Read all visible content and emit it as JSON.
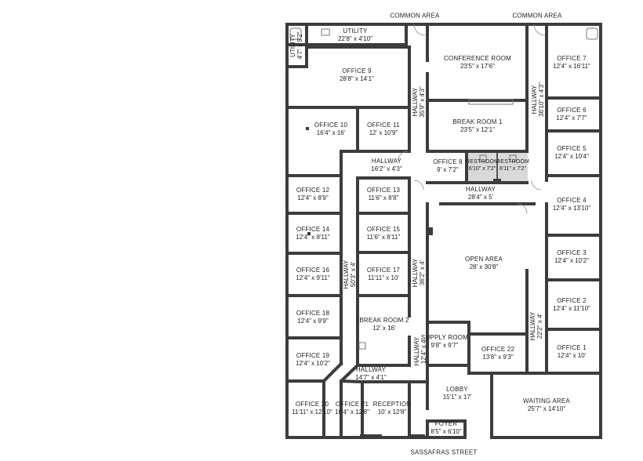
{
  "labels": {
    "common_area_left": "COMMON AREA",
    "common_area_right": "COMMON AREA",
    "street": "SASSAFRAS STREET"
  },
  "rooms": [
    {
      "name": "UTILITY",
      "dims": "22'8\" x 4'10\""
    },
    {
      "name": "UTILITY",
      "dims": "4'7\" x 9'2\""
    },
    {
      "name": "OFFICE 9",
      "dims": "28'8\" x 14'1\""
    },
    {
      "name": "CONFERENCE ROOM",
      "dims": "23'5\" x 17'6\""
    },
    {
      "name": "OFFICE 7",
      "dims": "12'4\" x 16'11\""
    },
    {
      "name": "HALLWAY",
      "dims": "35'9\" x 4'3\""
    },
    {
      "name": "HALLWAY",
      "dims": "36'10\" x 4'3\""
    },
    {
      "name": "OFFICE 6",
      "dims": "12'4\" x 7'7\""
    },
    {
      "name": "OFFICE 10",
      "dims": "16'4\" x 16'"
    },
    {
      "name": "OFFICE 11",
      "dims": "12' x 10'9\""
    },
    {
      "name": "BREAK ROOM 1",
      "dims": "23'5\" x 12'1\""
    },
    {
      "name": "OFFICE 5",
      "dims": "12'4\" x 10'4\""
    },
    {
      "name": "HALLWAY",
      "dims": "16'2\" x 4'3\""
    },
    {
      "name": "OFFICE 8",
      "dims": "9' x 7'2\""
    },
    {
      "name": "RESTROOM",
      "dims": "6'10\" x 7'2\""
    },
    {
      "name": "RESTROOM",
      "dims": "6'11\" x 7'2\""
    },
    {
      "name": "OFFICE 12",
      "dims": "12'4\" x 8'9\""
    },
    {
      "name": "OFFICE 13",
      "dims": "11'6\" x 8'8\""
    },
    {
      "name": "HALLWAY",
      "dims": "28'4\" x 5'"
    },
    {
      "name": "OFFICE 4",
      "dims": "12'4\" x 13'10\""
    },
    {
      "name": "OFFICE 14",
      "dims": "12'4\" x 8'11\""
    },
    {
      "name": "OFFICE 15",
      "dims": "11'6\" x 8'11\""
    },
    {
      "name": "OFFICE 16",
      "dims": "12'4\" x 9'11\""
    },
    {
      "name": "HALLWAY",
      "dims": "50'3\" x 4'"
    },
    {
      "name": "OFFICE 17",
      "dims": "11'11\" x 10'"
    },
    {
      "name": "HALLWAY",
      "dims": "36'2\" x 4'"
    },
    {
      "name": "OPEN AREA",
      "dims": "28' x 30'8\""
    },
    {
      "name": "OFFICE 3",
      "dims": "12'4\" x 10'2\""
    },
    {
      "name": "OFFICE 18",
      "dims": "12'4\" x 9'9\""
    },
    {
      "name": "BREAK ROOM 2",
      "dims": "12' x 16'"
    },
    {
      "name": "OFFICE 2",
      "dims": "12'4\" x 11'10\""
    },
    {
      "name": "HALLWAY",
      "dims": "22'2\" x 4'"
    },
    {
      "name": "SUPPLY ROOM",
      "dims": "9'8\" x 9'7\""
    },
    {
      "name": "HALLWAY",
      "dims": "12'4\" x 4'"
    },
    {
      "name": "OFFICE 22",
      "dims": "13'8\" x 9'3\""
    },
    {
      "name": "OFFICE 1",
      "dims": "12'4\" x 10'"
    },
    {
      "name": "OFFICE 19",
      "dims": "12'4\" x 10'2\""
    },
    {
      "name": "HALLWAY",
      "dims": "14'7\" x 4'1\""
    },
    {
      "name": "LOBBY",
      "dims": "15'1\" x 17'"
    },
    {
      "name": "WAITING AREA",
      "dims": "25'7\" x 14'10\""
    },
    {
      "name": "OFFICE 20",
      "dims": "11'11\" x 12'10\""
    },
    {
      "name": "OFFICE 21",
      "dims": "10'4\" x 12'8\""
    },
    {
      "name": "RECEPTION",
      "dims": "10' x 12'8\""
    },
    {
      "name": "FOYER",
      "dims": "8'5\" x 6'10\""
    }
  ]
}
